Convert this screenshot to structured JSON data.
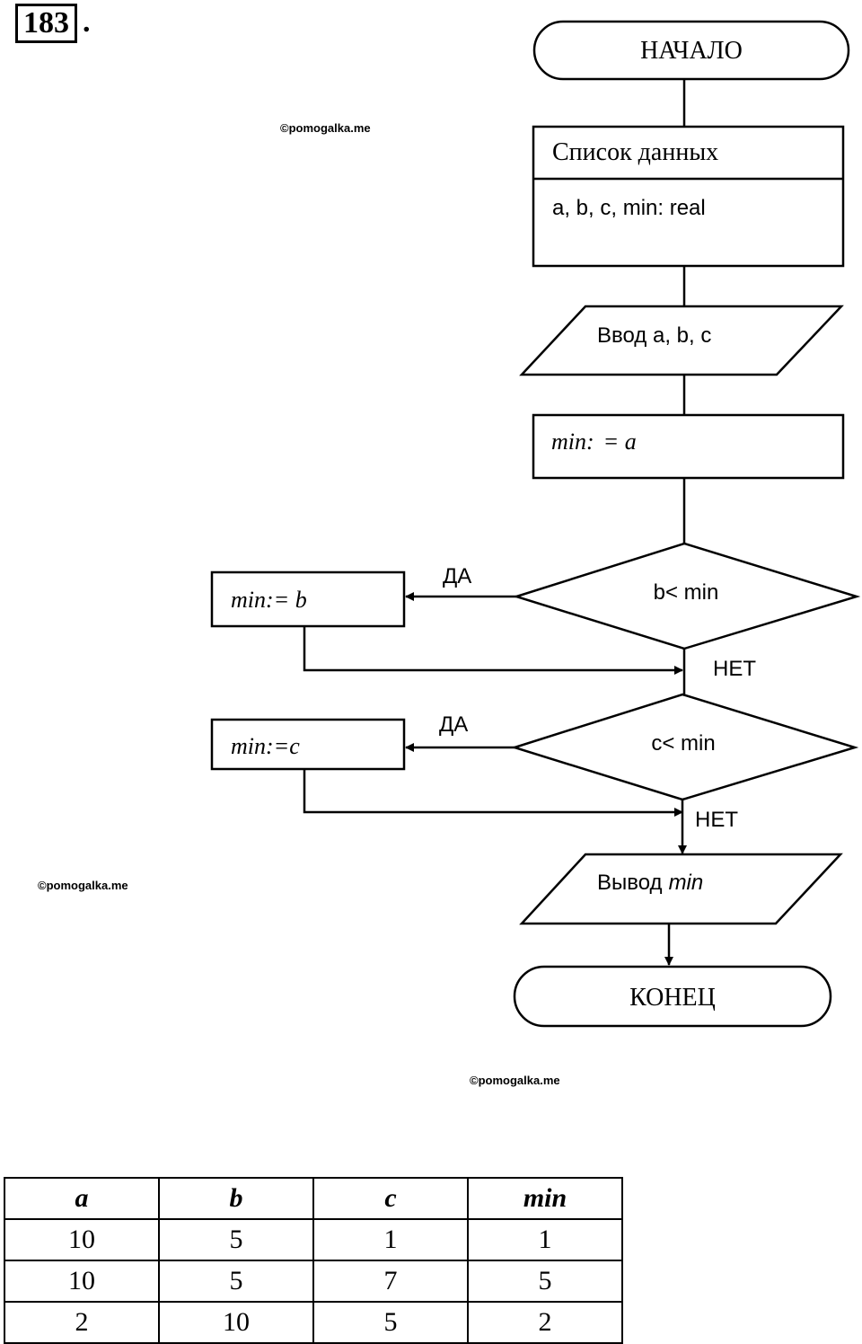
{
  "problem": {
    "number": "183",
    "dot": "."
  },
  "watermarks": [
    "©pomogalka.me",
    "©pomogalka.me",
    "©pomogalka.me"
  ],
  "flowchart": {
    "start": "НАЧАЛО",
    "data_list": {
      "title": "Список данных",
      "vars": "a, b, c, min: real"
    },
    "input": {
      "text": "Ввод a, b, c"
    },
    "assign_a": {
      "var": "min:",
      "rhs": "= a"
    },
    "cond1": {
      "text": "b< min",
      "yes": "ДА",
      "no": "НЕТ"
    },
    "assign_b": {
      "var": "min:",
      "rhs": "= b"
    },
    "cond2": {
      "text": "c< min",
      "yes": "ДА",
      "no": "НЕТ"
    },
    "assign_c": {
      "var": "min:",
      "rhs": "=c"
    },
    "output": {
      "prefix": "Вывод",
      "var": "min"
    },
    "end": "КОНЕЦ"
  },
  "table": {
    "headers": [
      "a",
      "b",
      "c",
      "min"
    ],
    "rows": [
      [
        "10",
        "5",
        "1",
        "1"
      ],
      [
        "10",
        "5",
        "7",
        "5"
      ],
      [
        "2",
        "10",
        "5",
        "2"
      ]
    ]
  }
}
